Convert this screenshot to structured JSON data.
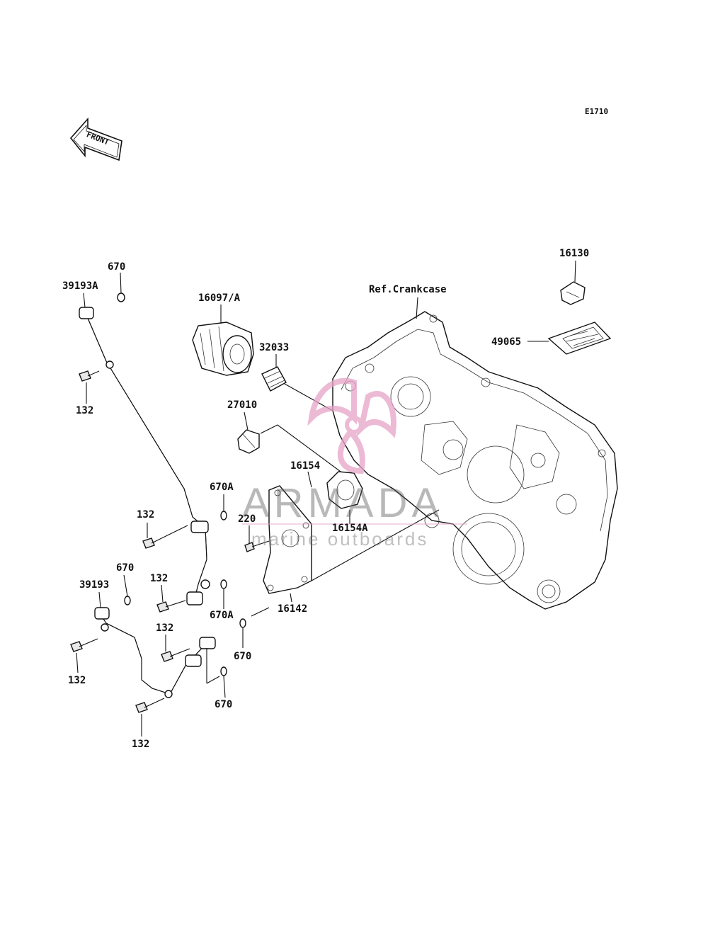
{
  "diagram": {
    "code": "E1710",
    "front_label": "FRONT",
    "ref_label": "Ref.Crankcase",
    "parts": {
      "p16130": "16130",
      "p49065": "49065",
      "p16097": "16097/A",
      "p32033": "32033",
      "p27010": "27010",
      "p16154": "16154",
      "p16154a": "16154A",
      "p16142": "16142",
      "p220": "220",
      "p670a_1": "670A",
      "p670a_2": "670A",
      "p670_1": "670",
      "p670_2": "670",
      "p670_3": "670",
      "p670_4": "670",
      "p39193a": "39193A",
      "p39193": "39193",
      "p132_1": "132",
      "p132_2": "132",
      "p132_3": "132",
      "p132_4": "132",
      "p132_5": "132",
      "p132_6": "132"
    }
  },
  "watermark": {
    "title": "ARMADA",
    "subtitle": "marine outboards",
    "color": "#e6a3c6"
  }
}
